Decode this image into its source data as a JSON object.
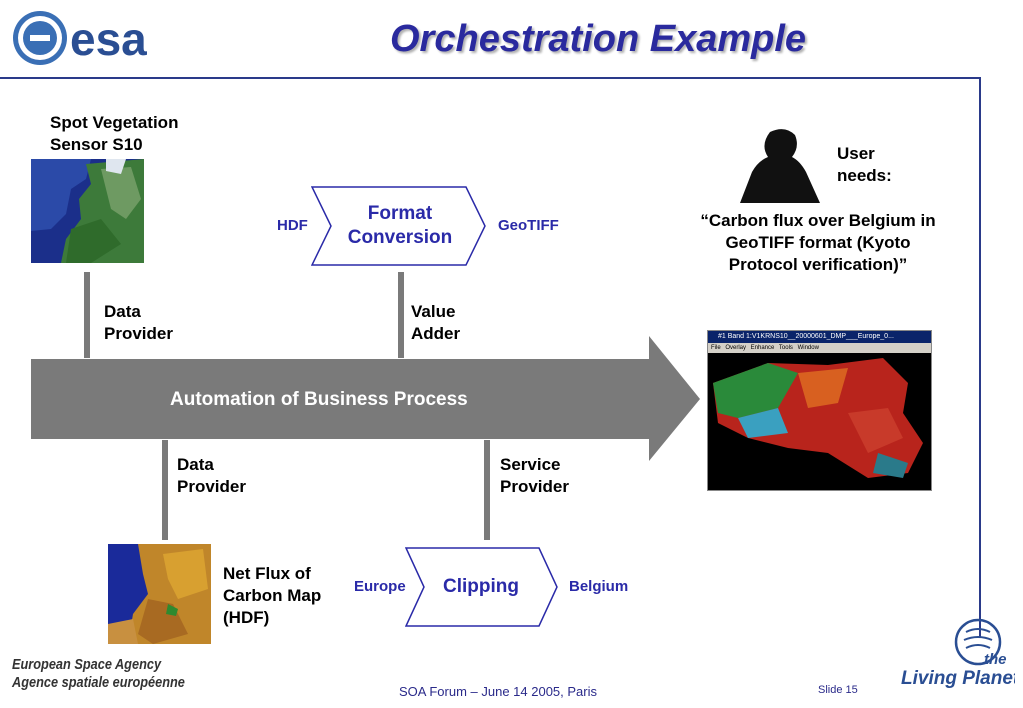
{
  "header": {
    "title": "Orchestration Example",
    "logo_text": "esa"
  },
  "top": {
    "sensor_label": "Spot Vegetation Sensor S10",
    "format_conversion": "Format Conversion",
    "hdf": "HDF",
    "geotiff": "GeoTIFF",
    "data_provider": "Data Provider",
    "value_adder": "Value Adder"
  },
  "arrow": {
    "label": "Automation of Business Process"
  },
  "bottom": {
    "data_provider": "Data Provider",
    "service_provider": "Service Provider",
    "net_flux": "Net Flux of Carbon Map (HDF)",
    "europe": "Europe",
    "clipping": "Clipping",
    "belgium": "Belgium"
  },
  "user": {
    "needs": "User needs:",
    "quote": "“Carbon flux over Belgium in GeoTIFF format (Kyoto Protocol verification)”"
  },
  "viewer": {
    "title": "#1 Band 1:V1KRNS10__20000601_DMP___Europe_0...",
    "menu": "File Overlay Enhance Tools Window"
  },
  "footer": {
    "agency_line1": "European Space Agency",
    "agency_line2": "Agence spatiale européenne",
    "forum": "SOA Forum – June 14 2005, Paris",
    "slide": "Slide 15",
    "living_planet_1": "the",
    "living_planet_2": "Living Planet"
  },
  "colors": {
    "title": "#2a2a9e",
    "arrow": "#7a7a7a",
    "accent_blue": "#2a2aa8"
  }
}
